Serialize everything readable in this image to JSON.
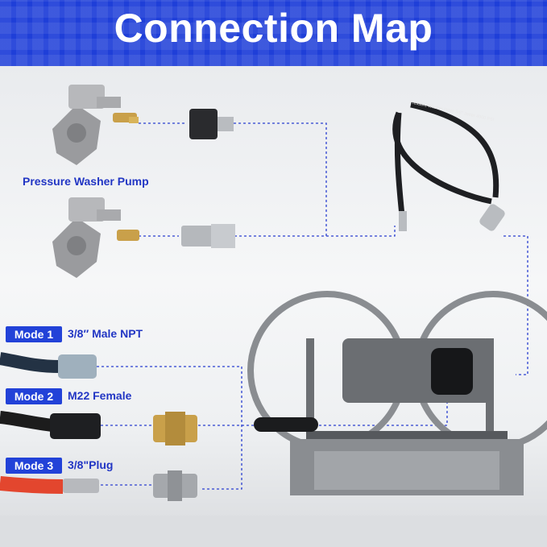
{
  "header": {
    "title": "Connection Map"
  },
  "pump": {
    "label": "Pressure Washer Pump"
  },
  "modes": [
    {
      "tag": "Mode 1",
      "desc": "3/8′′ Male NPT"
    },
    {
      "tag": "Mode 2",
      "desc": "M22 Female"
    },
    {
      "tag": "Mode 3",
      "desc": "3/8\"Plug"
    }
  ],
  "hose": {
    "print_text": "Pressure Washer Hose 3/8\" Jetter 4000 PSI"
  },
  "colors": {
    "banner": "#1f3fd8",
    "accent_text": "#2236c4",
    "tag_bg": "#2242d8",
    "reel_gray": "#8a8d91",
    "dashed_line": "#2a3fd0"
  }
}
